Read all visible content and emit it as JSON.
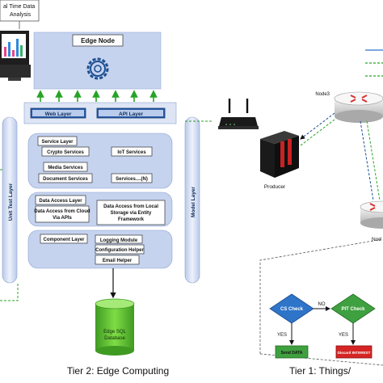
{
  "analysis_label_line1": "al Time Data",
  "analysis_label_line2": "Analysis",
  "edge_node_title": "Edge Node",
  "web_layer": "Web Layer",
  "api_layer": "API Layer",
  "unit_test_layer": "Unit Test Layer",
  "model_layer": "Model Layer",
  "service_layer": {
    "title": "Service Layer",
    "items": [
      "Crypto Services",
      "IoT Services",
      "Media Services",
      "Document Services",
      "Services....(N)"
    ]
  },
  "data_access_layer": {
    "title": "Data Access Layer",
    "cloud": [
      "Data Access from Cloud",
      "Via APIs"
    ],
    "local": [
      "Data Access from Local",
      "Storage via Entity",
      "Framework"
    ]
  },
  "component_layer": {
    "title": "Component Layer",
    "items": [
      "Logging Module",
      "Configuration Helper",
      "Email Helper"
    ]
  },
  "database": [
    "Edge SQL",
    "Database"
  ],
  "producer": "Producer",
  "node3": "Node3",
  "node_partial": "Nod",
  "flow": {
    "cs_check": "CS Check",
    "pit_check": "PIT Check",
    "no": "NO",
    "yes_left": "YES",
    "yes_right": "YES",
    "send_data": "Send DATA",
    "discard": "Discard INTEREST"
  },
  "tier2": "Tier 2: Edge Computing",
  "tier1": "Tier 1: Things/",
  "colors": {
    "panel_blue": "#c5d3ef",
    "layer_bar": "#1f4e8c",
    "green_arrow": "#27a327",
    "db_green": "#6dcf3a",
    "flow_blue": "#2e74c9",
    "flow_green": "#3fa03f",
    "flow_red": "#d62424"
  }
}
